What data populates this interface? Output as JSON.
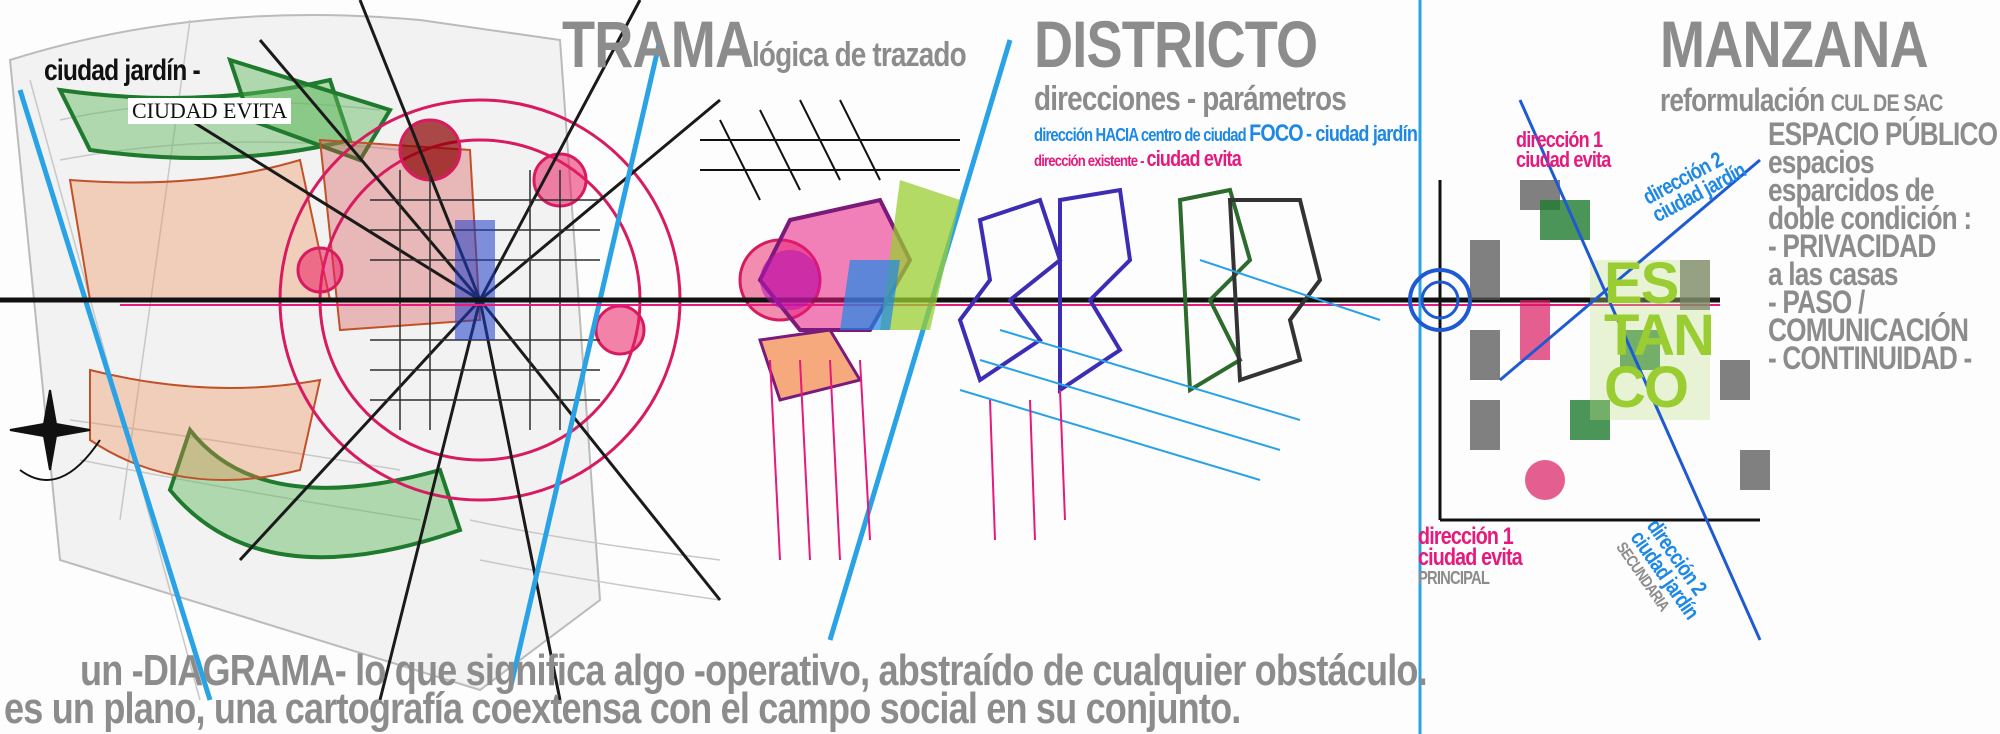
{
  "colors": {
    "title_gray": "#8c8c8c",
    "pink": "#e6197d",
    "blue": "#1e88e5",
    "green": "#9acd32",
    "dark_green": "#1f7a2e",
    "orange": "#f28c50",
    "black": "#111111"
  },
  "map_labels": {
    "ciudad_jardin": "ciudad jardín -",
    "ciudad_evita": "CIUDAD EVITA"
  },
  "trama": {
    "title": "TRAMA",
    "subtitle": "lógica de trazado"
  },
  "districto": {
    "title": "DISTRICTO",
    "subtitle": "direcciones - parámetros",
    "line1_prefix": "dirección HACIA centro de ciudad",
    "line1_foco": "FOCO",
    "line1_suffix": "- ciudad jardín",
    "line2_prefix": "dirección existente -",
    "line2_suffix": "ciudad evita"
  },
  "manzana": {
    "title": "MANZANA",
    "subtitle": "reformulación",
    "subtitle_small": "CUL DE SAC",
    "espacio_lines": [
      "ESPACIO PÚBLICO",
      "espacios",
      "esparcidos de",
      "doble condición :",
      "- PRIVACIDAD",
      "a las casas",
      "- PASO /",
      "COMUNICACIÓN",
      "- CONTINUIDAD -"
    ],
    "dir1_top": [
      "dirección 1",
      "ciudad evita"
    ],
    "dir2_top": [
      "dirección 2",
      "ciudad jardín"
    ],
    "dir1_bottom": [
      "dirección 1",
      "ciudad evita"
    ],
    "principal": "PRINCIPAL",
    "dir2_bottom": [
      "dirección 2",
      "ciudad jardín"
    ],
    "secundaria": "SECUNDARIA",
    "estanco": [
      "ES",
      "TAN",
      "CO"
    ]
  },
  "quote": {
    "line1": "un -DIAGRAMA- lo que significa algo -operativo, abstraído de cualquier obstáculo.",
    "line2": "es un plano, una cartografía coextensa con el campo social en su conjunto."
  }
}
